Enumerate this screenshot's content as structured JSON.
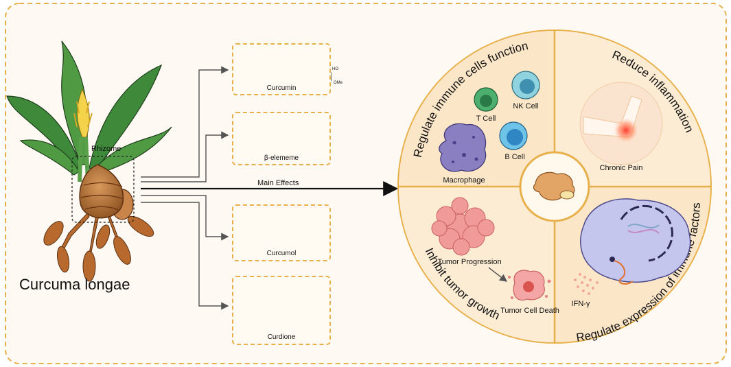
{
  "plant": {
    "name": "Curcuma longae",
    "rhizome_label": "Rhizome"
  },
  "compounds": [
    {
      "name": "Curcumin"
    },
    {
      "name": "β-elememe"
    },
    {
      "name": "Curcumol"
    },
    {
      "name": "Curdione"
    }
  ],
  "arrow_label": "Main Effects",
  "effects": {
    "top_left": {
      "title": "Regulate immune cells function",
      "cells": [
        "T Cell",
        "NK Cell",
        "B Cell",
        "Macrophage"
      ]
    },
    "top_right": {
      "title": "Reduce inflammation",
      "caption": "Chronic Pain"
    },
    "bottom_left": {
      "title": "Inhibit tumor growth",
      "captions": [
        "Tumor Progression",
        "Tumor Cell Death"
      ]
    },
    "bottom_right": {
      "title": "Regulate expression of immune factors",
      "caption": "IFN-γ"
    }
  },
  "colors": {
    "border_dash": "#e8b04a",
    "panel_bg": "#fdf0dc",
    "rhizome": "#b8733a",
    "leaf": "#3f8a3a"
  }
}
